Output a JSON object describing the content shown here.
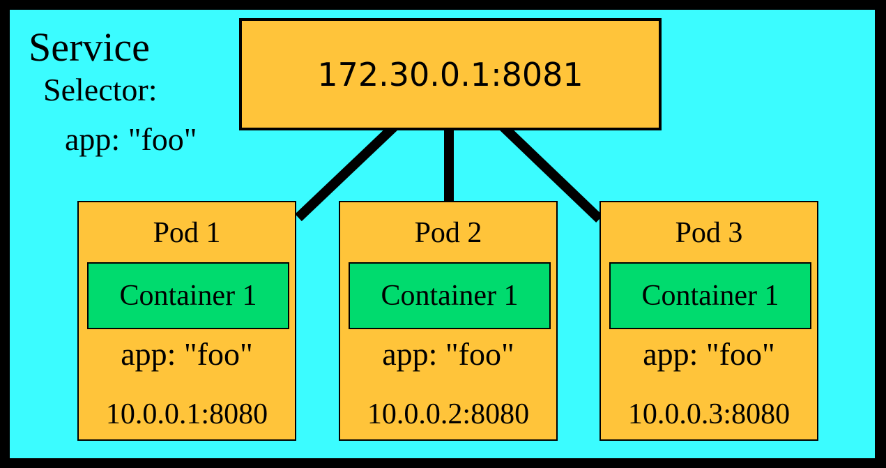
{
  "service": {
    "title": "Service",
    "selector_label": "Selector:",
    "selector_value": "app: \"foo\"",
    "address": "172.30.0.1:8081"
  },
  "pods": [
    {
      "title": "Pod 1",
      "container": "Container 1",
      "label": "app: \"foo\"",
      "address": "10.0.0.1:8080"
    },
    {
      "title": "Pod 2",
      "container": "Container 1",
      "label": "app: \"foo\"",
      "address": "10.0.0.2:8080"
    },
    {
      "title": "Pod 3",
      "container": "Container 1",
      "label": "app: \"foo\"",
      "address": "10.0.0.3:8080"
    }
  ],
  "colors": {
    "border": "#000000",
    "service_background": "#3bfcff",
    "pod_fill": "#ffc43a",
    "container_fill": "#00db6e"
  }
}
